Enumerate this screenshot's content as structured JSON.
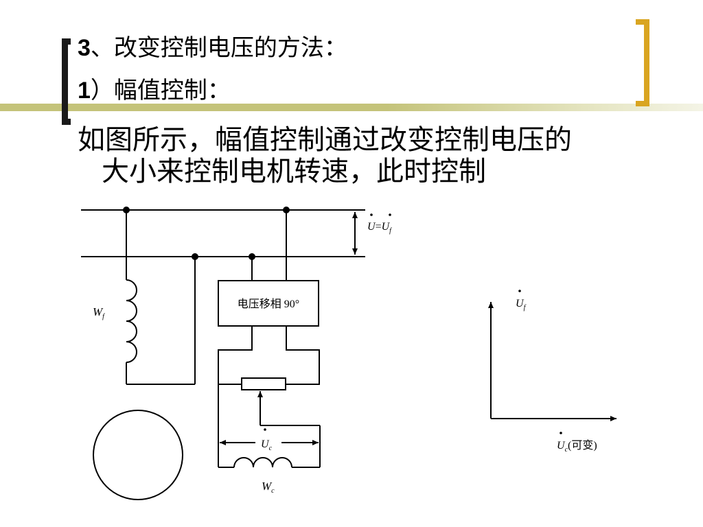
{
  "title": {
    "line1": {
      "num": "3",
      "text": "、改变控制电压的方法："
    },
    "line2": {
      "num": "1",
      "text": "）幅值控制："
    }
  },
  "body": {
    "line1": "如图所示，幅值控制通过改变控制电压的",
    "line2": "大小来控制电机转速，此时控制"
  },
  "circuit": {
    "supply_label": {
      "u1": "U",
      "eq": "=",
      "u2": "U",
      "u2_sub": "f"
    },
    "wf_label": {
      "main": "W",
      "sub": "f"
    },
    "phase_shift_box": "电压移相 90°",
    "uc_label": {
      "main": "U",
      "sub": "c"
    },
    "wc_label": {
      "main": "W",
      "sub": "c"
    }
  },
  "phasor": {
    "y_label": {
      "main": "U",
      "sub": "f"
    },
    "x_label": {
      "main": "U",
      "sub": "c",
      "note": "(可变)"
    }
  },
  "colors": {
    "accent_bar": "#c4c37a",
    "bracket_gold": "#d9a521",
    "bracket_dark": "#1a1a1a"
  }
}
